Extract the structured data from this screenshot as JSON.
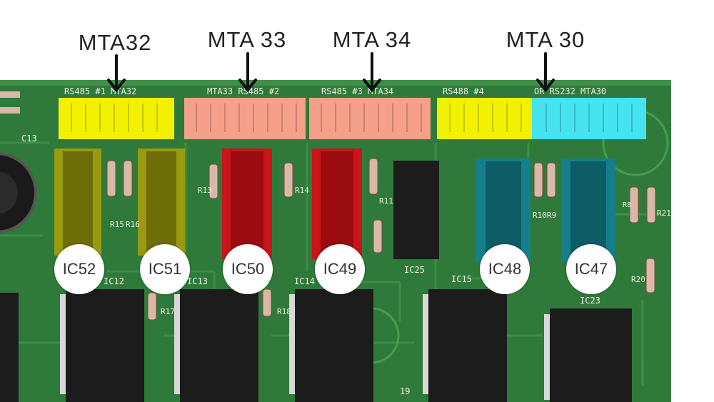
{
  "callouts": {
    "mta32": "MTA32",
    "mta33": "MTA 33",
    "mta34": "MTA 34",
    "mta30": "MTA 30"
  },
  "badges": {
    "ic52": "IC52",
    "ic51": "IC51",
    "ic50": "IC50",
    "ic49": "IC49",
    "ic48": "IC48",
    "ic47": "IC47"
  },
  "silkscreen": {
    "conn1": "RS485 #1   MTA32",
    "conn2": "MTA33  RS485 #2",
    "conn3": "RS485 #3   MTA34",
    "conn4": "RS488 #4",
    "conn5": "OR   RS232  MTA30",
    "c13": "C13",
    "ic12": "IC12",
    "ic13": "IC13",
    "ic14": "IC14",
    "ic15": "IC15",
    "ic23": "IC23",
    "ic25": "IC25",
    "r8": "R8",
    "r9": "R9",
    "r10": "R10",
    "r11": "R11",
    "r13": "R13",
    "r14": "R14",
    "r15": "R15",
    "r16": "R16",
    "r17": "R17",
    "r18": "R18",
    "r20": "R20",
    "r21": "R21",
    "r19": "19"
  },
  "colors": {
    "pcb": "#2f7a3a",
    "pcb_dark": "#1f5a28",
    "highlight_yellow": "#f2f200",
    "highlight_salmon": "#f4a08a",
    "highlight_cyan": "#45e3ef",
    "ic_red": "#c8141a",
    "ic_yellow": "#9a9a10",
    "ic_cyan": "#167f8c",
    "ic_black": "#1c1c1c"
  }
}
